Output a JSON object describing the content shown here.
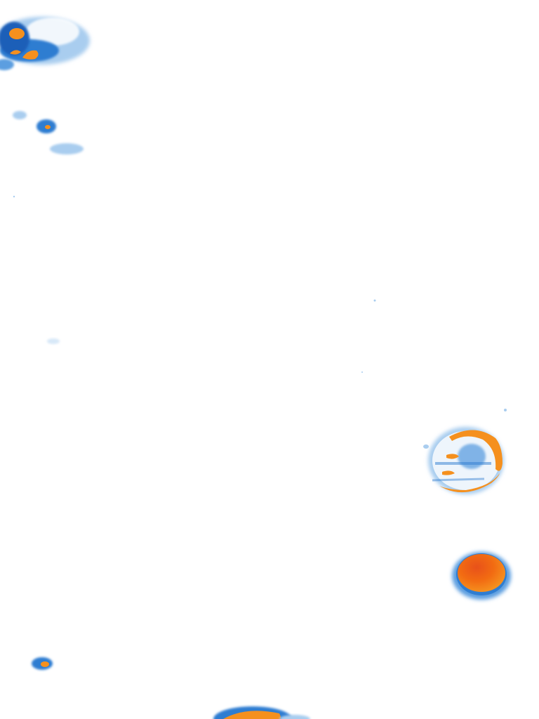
{
  "image": {
    "kind": "false-color intensity map",
    "background_color": "#ffffff",
    "palette": {
      "low_faint": "#d7e8f8",
      "low": "#a9cdef",
      "mid": "#5b9ee0",
      "mid_strong": "#2f7dd1",
      "high": "#1f5fb8",
      "hot": "#f5901e",
      "hotter": "#f26b12",
      "hottest": "#e8511a"
    },
    "features": [
      {
        "name": "top-left-cluster",
        "intensity": "high"
      },
      {
        "name": "small-spot-left",
        "intensity": "medium"
      },
      {
        "name": "faint-streak-left",
        "intensity": "low"
      },
      {
        "name": "ring-feature",
        "intensity": "high"
      },
      {
        "name": "solid-hot-disc",
        "intensity": "very-high"
      },
      {
        "name": "small-spot-bottom-left",
        "intensity": "medium"
      },
      {
        "name": "bottom-edge-feature",
        "intensity": "high"
      }
    ]
  }
}
